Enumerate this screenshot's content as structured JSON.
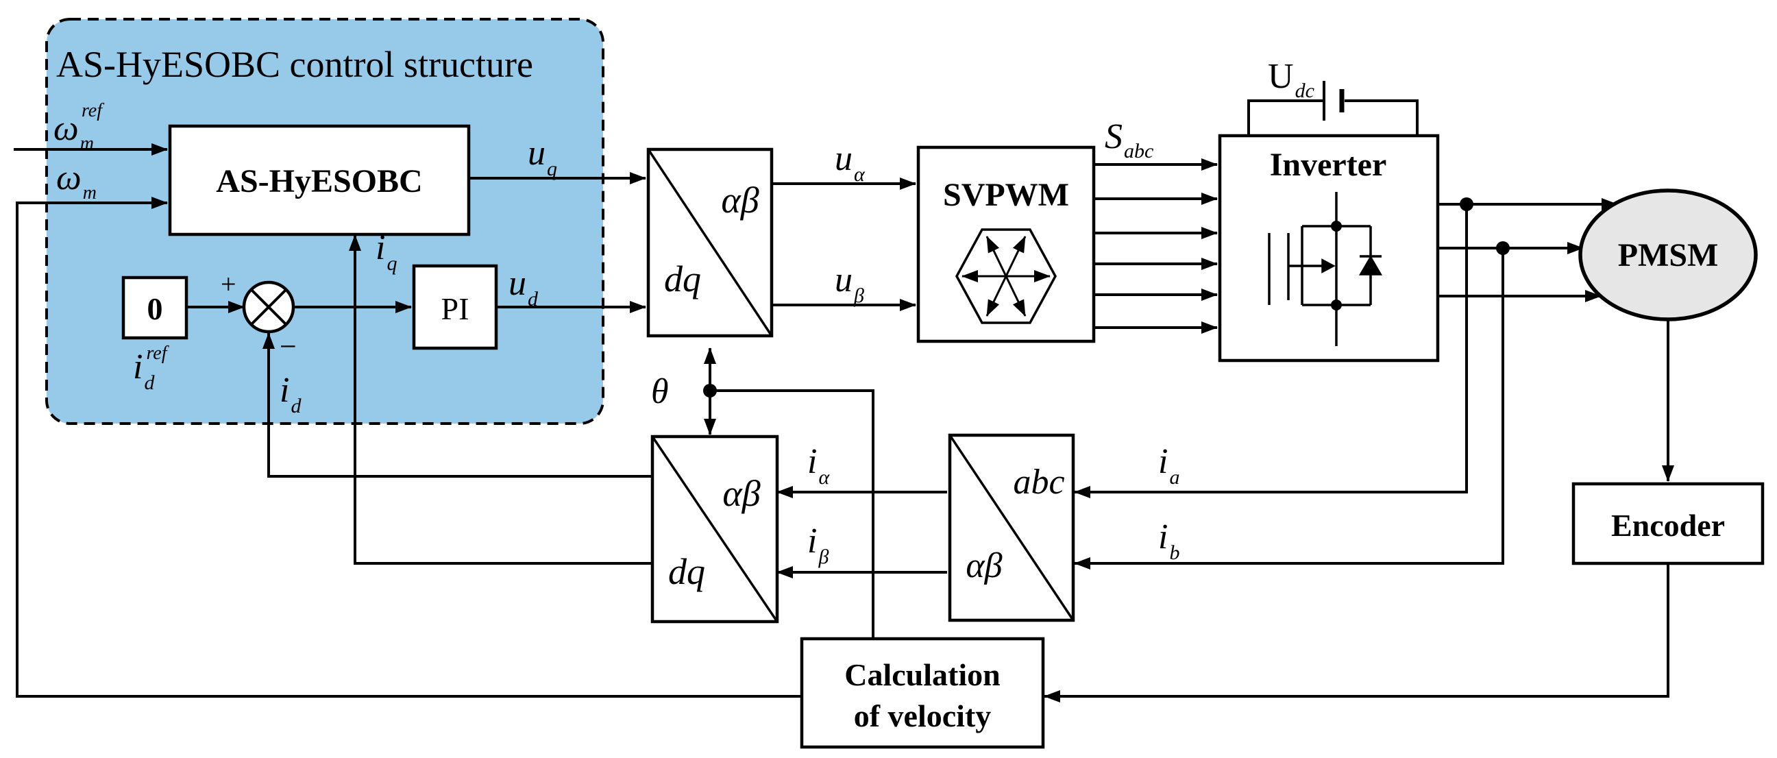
{
  "colors": {
    "control_region_fill": "#97c9e8",
    "stroke": "#000000",
    "background": "#ffffff",
    "motor_fill": "#e6e6e6"
  },
  "control_region": {
    "title": "AS-HyESOBC control structure"
  },
  "blocks": {
    "controller": "AS-HyESOBC",
    "zero": "0",
    "pi": "PI",
    "svpwm": "SVPWM",
    "inverter": "Inverter",
    "motor": "PMSM",
    "encoder": "Encoder",
    "velocity_line1": "Calculation",
    "velocity_line2": "of velocity",
    "park_top": {
      "upper": "αβ",
      "lower": "dq"
    },
    "park_bottom": {
      "upper": "αβ",
      "lower": "dq"
    },
    "clarke": {
      "upper": "abc",
      "lower": "αβ"
    }
  },
  "signals": {
    "omega_ref": {
      "main": "ω",
      "sub": "m",
      "sup": "ref"
    },
    "omega_m": {
      "main": "ω",
      "sub": "m"
    },
    "u_q": {
      "main": "u",
      "sub": "q"
    },
    "u_d": {
      "main": "u",
      "sub": "d"
    },
    "i_q": {
      "main": "i",
      "sub": "q"
    },
    "i_d": {
      "main": "i",
      "sub": "d"
    },
    "i_d_ref": {
      "main": "i",
      "sub": "d",
      "sup": "ref"
    },
    "u_alpha": {
      "main": "u",
      "sub": "α"
    },
    "u_beta": {
      "main": "u",
      "sub": "β"
    },
    "s_abc": {
      "main": "S",
      "sub": "abc"
    },
    "u_dc": {
      "main": "U",
      "sub": "dc"
    },
    "theta": "θ",
    "i_alpha": {
      "main": "i",
      "sub": "α"
    },
    "i_beta": {
      "main": "i",
      "sub": "β"
    },
    "i_a": {
      "main": "i",
      "sub": "a"
    },
    "i_b": {
      "main": "i",
      "sub": "b"
    },
    "plus": "+",
    "minus": "−"
  },
  "icons": [
    "hexagon-vector-icon",
    "mosfet-switch-icon",
    "battery-icon",
    "summing-junction-icon"
  ]
}
